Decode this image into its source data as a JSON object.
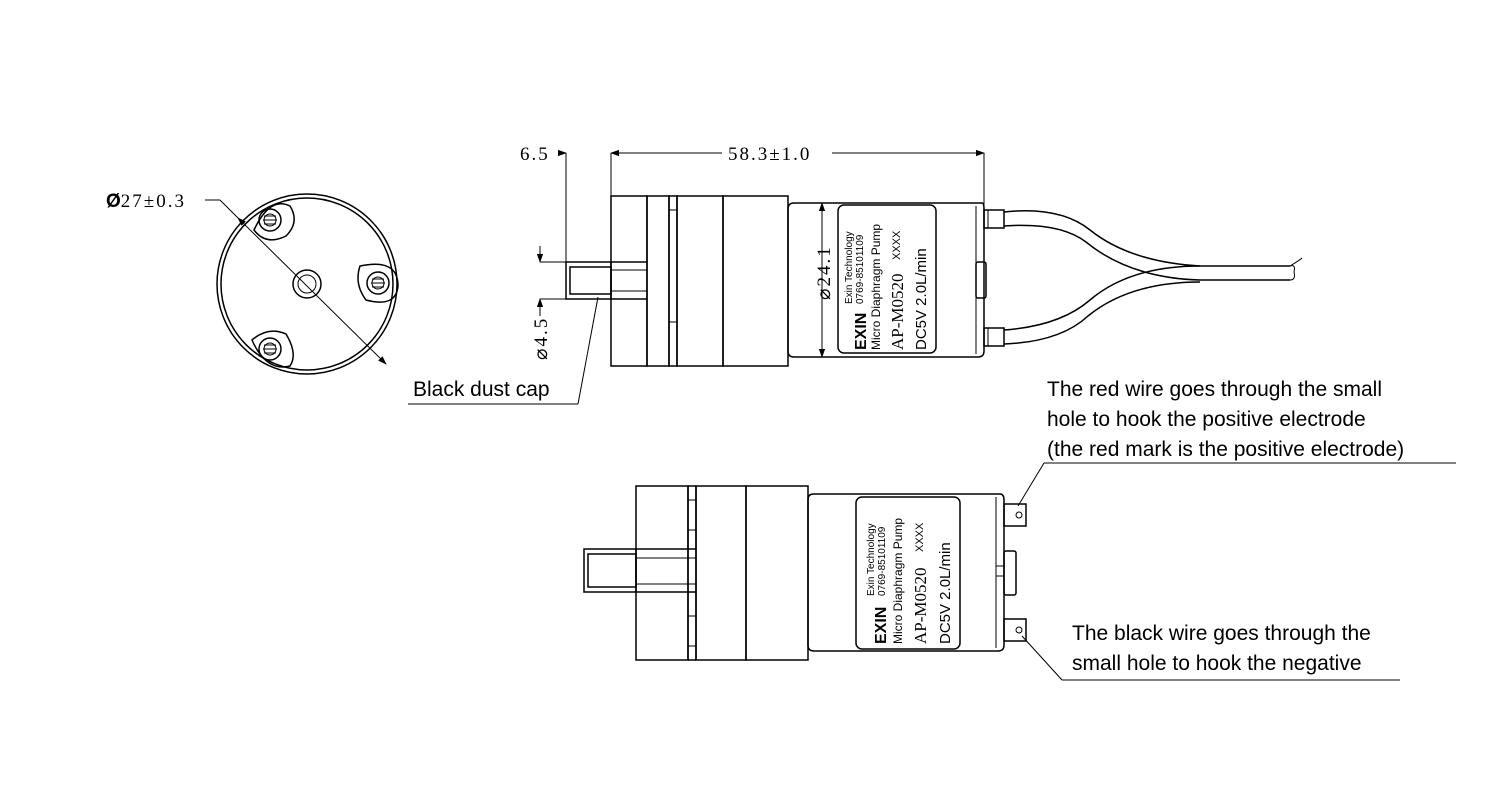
{
  "dimensions": {
    "diameter_symbol": "Ø",
    "diameter_value": "27±0.3",
    "inlet_length": "6.5",
    "total_length": "58.3±1.0",
    "inlet_diameter": "⌀4.5",
    "body_diameter": "⌀24.1"
  },
  "label": {
    "brand": "EXIN",
    "company": "Exin Technology",
    "phone": "0769-85101109",
    "product_type": "Micro Diaphragm Pump",
    "model": "AP-M0520",
    "serial": "XXXX",
    "spec": "DC5V  2.0L/min"
  },
  "callouts": {
    "dust_cap": "Black dust cap",
    "red_wire": [
      "The red wire goes through the small",
      "hole to hook the positive electrode",
      "(the red mark is the positive electrode)"
    ],
    "black_wire": [
      "The black wire goes through the",
      "small hole to hook the negative"
    ]
  }
}
